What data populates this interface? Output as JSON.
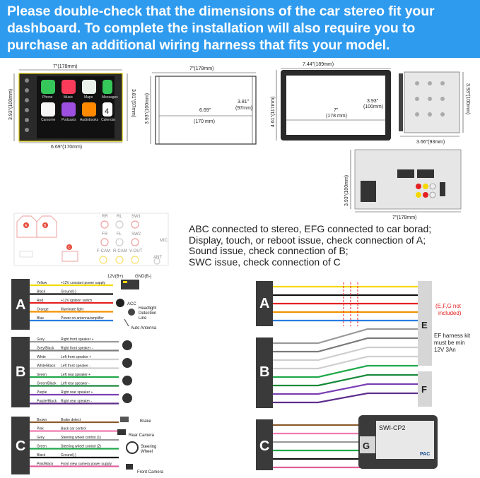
{
  "banner": {
    "line1": "Please double-check that the dimensions of the car stereo fit your",
    "line2": "dashboard. To complete the installation will also require you to",
    "line3": "purchase an additional wiring harness that fits your model."
  },
  "stereo_front": {
    "apps": [
      "Phone",
      "Music",
      "Maps",
      "Messages",
      "Carsome",
      "Podcasts",
      "Audiobooks",
      "Calendar"
    ],
    "calendar_day": "4",
    "width_top": "7\"(178mm)",
    "height_left": "3.93\"(100mm)",
    "height_right": "3.81\"(97mm)",
    "width_bottom": "6.69\"(170mm)"
  },
  "frame_single": {
    "width_top": "7\"(178mm)",
    "height_left": "3.93\"(100mm)",
    "inner_w1": "6.69\"",
    "inner_w2": "(170 mm)",
    "inner_h1": "3.81\"",
    "inner_h2": "(97mm)"
  },
  "frame_trim": {
    "width_top": "7.44\"(189mm)",
    "height_left": "4.61\"(117mm)",
    "inner_w1": "7\"",
    "inner_w2": "(178 mm)",
    "inner_h1": "3.93\"",
    "inner_h2": "(100mm)"
  },
  "side_view": {
    "depth": "3.66\"(93mm)",
    "height": "3.93\"(100mm)"
  },
  "back_view": {
    "height": "3.93\"(100mm)",
    "width": "7\"(178mm)"
  },
  "connectors": {
    "labels": [
      "RR",
      "RL",
      "SW1",
      "FR",
      "FL",
      "SW2",
      "F-CAM",
      "R-CAM",
      "V-OUT",
      "ANT",
      "MIC"
    ],
    "plugs": [
      "A",
      "B",
      "C"
    ]
  },
  "notes": [
    "ABC connected to stereo, EFG connected to car borad;",
    "Display, touch, or reboot issue, check connection of A;",
    "Sound issue, check connection of B;",
    "SWC issue, check connection of C"
  ],
  "harness_a": {
    "label": "A",
    "power_plus": "12V(B+)",
    "gnd": "GND(B-)",
    "wires": [
      {
        "color": "Yellow",
        "desc": "+12V constant power supply",
        "hex": "#f5d800"
      },
      {
        "color": "Black",
        "desc": "Ground(-)",
        "hex": "#111111"
      },
      {
        "color": "Red",
        "desc": "+12V ignition switch",
        "hex": "#e52020"
      },
      {
        "color": "Orange",
        "desc": "Illuminate light",
        "hex": "#f39200"
      },
      {
        "color": "Blue",
        "desc": "Power on antenna/amplifier",
        "hex": "#2a7de1"
      }
    ],
    "acc": "ACC",
    "headlight": [
      "Headlight",
      "Detection",
      "Line"
    ],
    "antenna": "Auto Antenna"
  },
  "harness_b": {
    "label": "B",
    "wires": [
      {
        "color": "Grey",
        "desc": "Right front speaker +",
        "hex": "#9a9a9a"
      },
      {
        "color": "Grey/Black",
        "desc": "Right front speaker -",
        "hex": "#7a7a7a"
      },
      {
        "color": "White",
        "desc": "Left front speaker +",
        "hex": "#dddddd"
      },
      {
        "color": "White/Black",
        "desc": "Left front speaker -",
        "hex": "#c8c8c8"
      },
      {
        "color": "Green",
        "desc": "Left rear speaker +",
        "hex": "#1fa84a"
      },
      {
        "color": "Green/Black",
        "desc": "Left rear speaker -",
        "hex": "#178a3a"
      },
      {
        "color": "Purple",
        "desc": "Right rear speaker +",
        "hex": "#7b3fb5"
      },
      {
        "color": "Purple/Black",
        "desc": "Right rear speaker -",
        "hex": "#5e2e8c"
      }
    ]
  },
  "harness_c": {
    "label": "C",
    "wires": [
      {
        "color": "Brown",
        "desc": "Brake detect",
        "hex": "#8b5a2b"
      },
      {
        "color": "Pink",
        "desc": "Back car control",
        "hex": "#f07ab0"
      },
      {
        "color": "Grey",
        "desc": "Steering wheel control (1)",
        "hex": "#9a9a9a"
      },
      {
        "color": "Green",
        "desc": "Steering wheel control (2)",
        "hex": "#1fa84a"
      },
      {
        "color": "Black",
        "desc": "Ground(-)",
        "hex": "#111111"
      },
      {
        "color": "Pink/Black",
        "desc": "Front view camera power supply",
        "hex": "#e0609a"
      }
    ],
    "brake": "Brake",
    "rear_camera": "Rear Camera",
    "steering": [
      "Steering",
      "Wheel"
    ],
    "front_camera": "Front Camera"
  },
  "right_diagram": {
    "a": "A",
    "b": "B",
    "c": "C",
    "e": "E",
    "f": "F",
    "g": "G",
    "efg_note": [
      "(E,F,G not",
      "included)"
    ],
    "ef_note": [
      "EF harness kit",
      "must be min",
      "12V 3An"
    ],
    "module_title": "SWI-CP2",
    "module_brand": "PAC"
  }
}
